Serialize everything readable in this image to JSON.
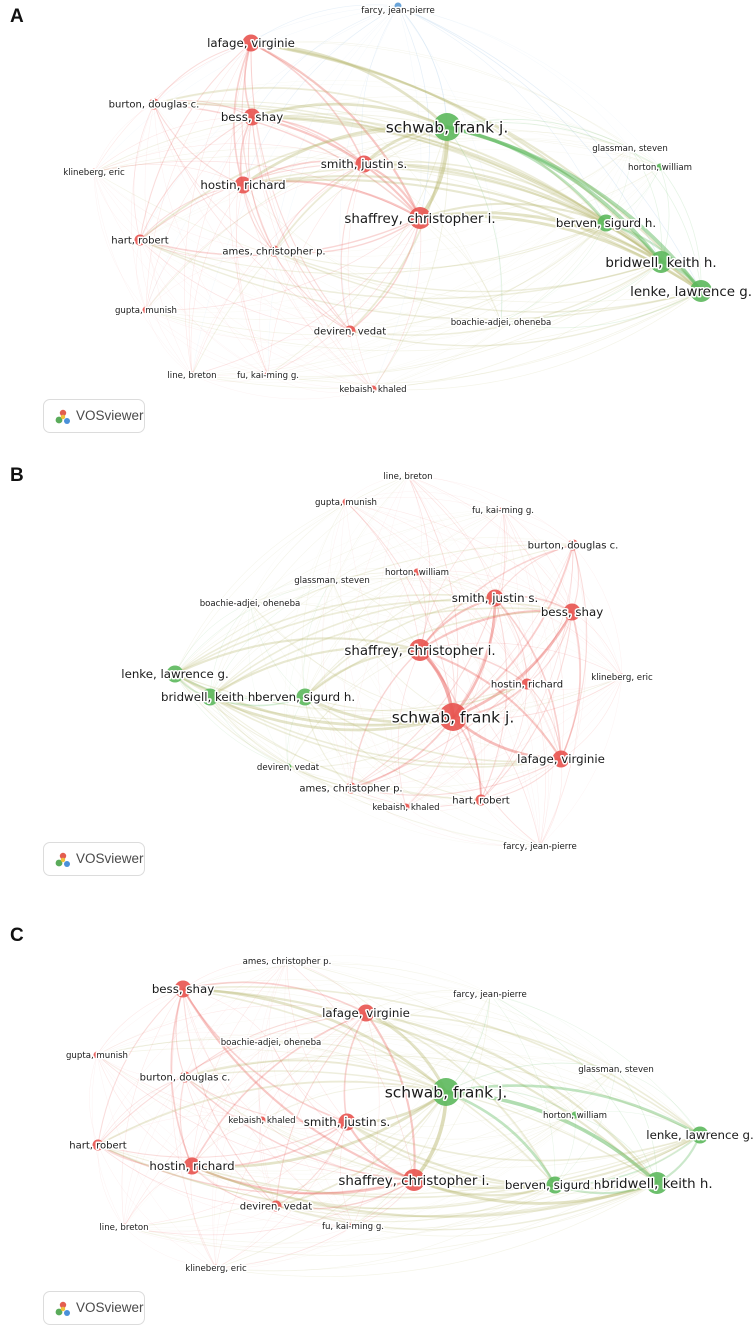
{
  "brand": {
    "label": "VOSviewer"
  },
  "colors": {
    "red": "#e8534f",
    "green": "#5cb85c",
    "blue": "#5b9bd5"
  },
  "panels": [
    {
      "id": "a",
      "label": "A",
      "nodes": [
        {
          "name": "farcy, jean-pierre",
          "cluster": "blue",
          "size": 1
        },
        {
          "name": "lafage, virginie",
          "cluster": "red",
          "size": 3
        },
        {
          "name": "burton, douglas c.",
          "cluster": "red",
          "size": 2
        },
        {
          "name": "bess, shay",
          "cluster": "red",
          "size": 3
        },
        {
          "name": "schwab, frank j.",
          "cluster": "green",
          "size": 5
        },
        {
          "name": "glassman, steven",
          "cluster": "green",
          "size": 1
        },
        {
          "name": "horton, william",
          "cluster": "green",
          "size": 1
        },
        {
          "name": "klineberg, eric",
          "cluster": "red",
          "size": 1
        },
        {
          "name": "smith, justin s.",
          "cluster": "red",
          "size": 3
        },
        {
          "name": "hostin, richard",
          "cluster": "red",
          "size": 3
        },
        {
          "name": "shaffrey, christopher i.",
          "cluster": "red",
          "size": 4
        },
        {
          "name": "berven, sigurd h.",
          "cluster": "green",
          "size": 3
        },
        {
          "name": "hart, robert",
          "cluster": "red",
          "size": 2
        },
        {
          "name": "bridwell, keith h.",
          "cluster": "green",
          "size": 4
        },
        {
          "name": "ames, christopher p.",
          "cluster": "red",
          "size": 2
        },
        {
          "name": "lenke, lawrence g.",
          "cluster": "green",
          "size": 4
        },
        {
          "name": "gupta, munish",
          "cluster": "red",
          "size": 1
        },
        {
          "name": "deviren, vedat",
          "cluster": "red",
          "size": 2
        },
        {
          "name": "boachie-adjei, oheneba",
          "cluster": "green",
          "size": 1
        },
        {
          "name": "line, breton",
          "cluster": "red",
          "size": 1
        },
        {
          "name": "fu, kai-ming g.",
          "cluster": "red",
          "size": 1
        },
        {
          "name": "kebaish, khaled",
          "cluster": "red",
          "size": 1
        }
      ]
    },
    {
      "id": "b",
      "label": "B",
      "nodes": [
        {
          "name": "line, breton",
          "cluster": "red",
          "size": 1
        },
        {
          "name": "gupta, munish",
          "cluster": "red",
          "size": 1
        },
        {
          "name": "fu, kai-ming g.",
          "cluster": "red",
          "size": 1
        },
        {
          "name": "burton, douglas c.",
          "cluster": "red",
          "size": 2
        },
        {
          "name": "glassman, steven",
          "cluster": "green",
          "size": 1
        },
        {
          "name": "horton, william",
          "cluster": "red",
          "size": 1
        },
        {
          "name": "boachie-adjei, oheneba",
          "cluster": "green",
          "size": 1
        },
        {
          "name": "smith, justin s.",
          "cluster": "red",
          "size": 3
        },
        {
          "name": "bess, shay",
          "cluster": "red",
          "size": 3
        },
        {
          "name": "shaffrey, christopher i.",
          "cluster": "red",
          "size": 4
        },
        {
          "name": "lenke, lawrence g.",
          "cluster": "green",
          "size": 3
        },
        {
          "name": "hostin, richard",
          "cluster": "red",
          "size": 2
        },
        {
          "name": "klineberg, eric",
          "cluster": "red",
          "size": 1
        },
        {
          "name": "bridwell, keith h.",
          "cluster": "green",
          "size": 3
        },
        {
          "name": "berven, sigurd h.",
          "cluster": "green",
          "size": 3
        },
        {
          "name": "schwab, frank j.",
          "cluster": "red",
          "size": 5
        },
        {
          "name": "lafage, virginie",
          "cluster": "red",
          "size": 3
        },
        {
          "name": "deviren, vedat",
          "cluster": "green",
          "size": 1
        },
        {
          "name": "ames, christopher p.",
          "cluster": "red",
          "size": 2
        },
        {
          "name": "hart, robert",
          "cluster": "red",
          "size": 2
        },
        {
          "name": "kebaish, khaled",
          "cluster": "red",
          "size": 1
        },
        {
          "name": "farcy, jean-pierre",
          "cluster": "red",
          "size": 1
        }
      ]
    },
    {
      "id": "c",
      "label": "C",
      "nodes": [
        {
          "name": "ames, christopher p.",
          "cluster": "red",
          "size": 1
        },
        {
          "name": "bess, shay",
          "cluster": "red",
          "size": 3
        },
        {
          "name": "lafage, virginie",
          "cluster": "red",
          "size": 3
        },
        {
          "name": "farcy, jean-pierre",
          "cluster": "green",
          "size": 1
        },
        {
          "name": "boachie-adjei, oheneba",
          "cluster": "red",
          "size": 1
        },
        {
          "name": "gupta, munish",
          "cluster": "red",
          "size": 1
        },
        {
          "name": "glassman, steven",
          "cluster": "green",
          "size": 1
        },
        {
          "name": "burton, douglas c.",
          "cluster": "red",
          "size": 2
        },
        {
          "name": "schwab, frank j.",
          "cluster": "green",
          "size": 5
        },
        {
          "name": "horton, william",
          "cluster": "green",
          "size": 1
        },
        {
          "name": "kebaish, khaled",
          "cluster": "red",
          "size": 1
        },
        {
          "name": "smith, justin s.",
          "cluster": "red",
          "size": 3
        },
        {
          "name": "hart, robert",
          "cluster": "red",
          "size": 2
        },
        {
          "name": "lenke, lawrence g.",
          "cluster": "green",
          "size": 3
        },
        {
          "name": "hostin, richard",
          "cluster": "red",
          "size": 3
        },
        {
          "name": "shaffrey, christopher i.",
          "cluster": "red",
          "size": 4
        },
        {
          "name": "berven, sigurd h.",
          "cluster": "green",
          "size": 3
        },
        {
          "name": "bridwell, keith h.",
          "cluster": "green",
          "size": 4
        },
        {
          "name": "deviren, vedat",
          "cluster": "red",
          "size": 2
        },
        {
          "name": "line, breton",
          "cluster": "red",
          "size": 1
        },
        {
          "name": "fu, kai-ming g.",
          "cluster": "red",
          "size": 1
        },
        {
          "name": "klineberg, eric",
          "cluster": "red",
          "size": 1
        }
      ]
    }
  ]
}
